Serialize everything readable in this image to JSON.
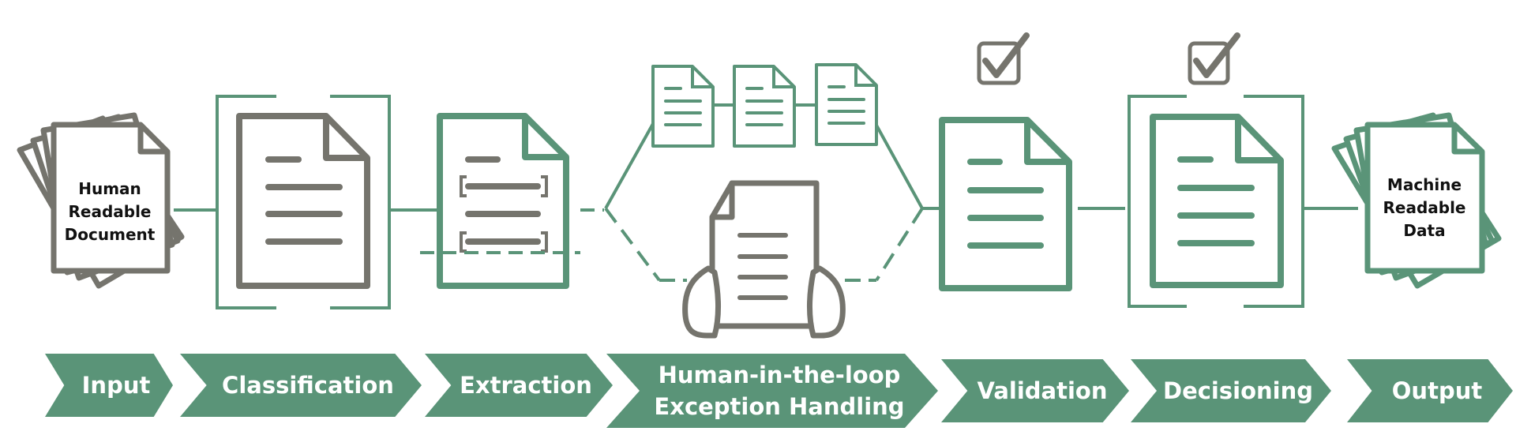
{
  "colors": {
    "green": "#5a9478",
    "gray": "#75746d",
    "text_dark": "#111111",
    "text_light": "#ffffff"
  },
  "documents": {
    "input_label": [
      "Human",
      "Readable",
      "Document"
    ],
    "output_label": [
      "Machine",
      "Readable",
      "Data"
    ]
  },
  "stages": [
    {
      "id": "input",
      "lines": [
        "Input"
      ]
    },
    {
      "id": "classification",
      "lines": [
        "Classification"
      ]
    },
    {
      "id": "extraction",
      "lines": [
        "Extraction"
      ]
    },
    {
      "id": "human-in-the-loop",
      "lines": [
        "Human-in-the-loop",
        "Exception Handling"
      ]
    },
    {
      "id": "validation",
      "lines": [
        "Validation"
      ]
    },
    {
      "id": "decisioning",
      "lines": [
        "Decisioning"
      ]
    },
    {
      "id": "output",
      "lines": [
        "Output"
      ]
    }
  ],
  "icons": [
    "document-stack-icon",
    "document-icon",
    "document-extraction-icon",
    "hands-holding-document-icon",
    "checkbox-check-icon"
  ]
}
